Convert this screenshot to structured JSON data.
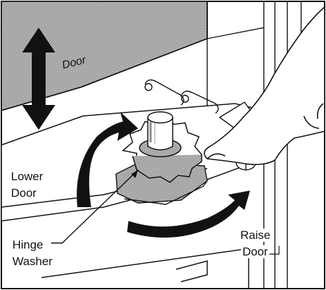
{
  "labels": {
    "door": "Door",
    "lower_line1": "Lower",
    "lower_line2": "Door",
    "hinge_line1": "Hinge",
    "hinge_line2": "Washer",
    "raise_line1": "Raise",
    "raise_line2": "Door"
  },
  "colors": {
    "ink": "#111111",
    "shade": "#8a8a8a",
    "light_shade": "#c8c8c8",
    "background": "#ffffff"
  }
}
